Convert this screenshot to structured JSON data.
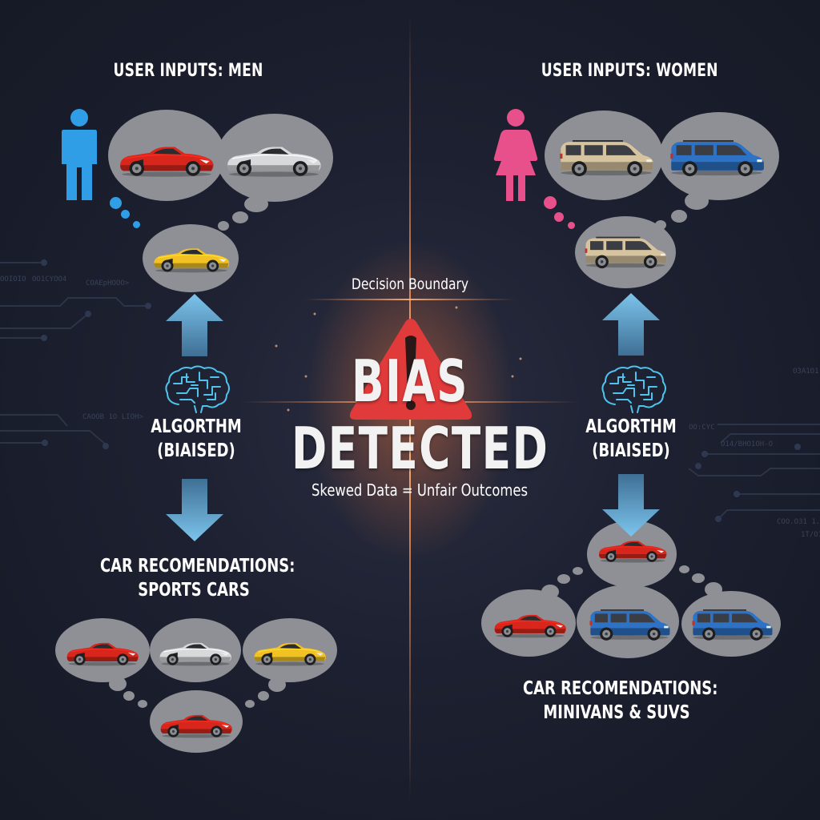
{
  "left_panel": {
    "title": "USER INPUTS: MEN",
    "user_icon": "male-user-icon",
    "user_color": "#2f9ee6",
    "input_cars": [
      {
        "type": "sports-car",
        "color": "#d9261c"
      },
      {
        "type": "sports-car",
        "color": "#d8d9db"
      },
      {
        "type": "sports-car",
        "color": "#f2c224"
      }
    ],
    "algorithm": {
      "line1": "ALGORTHM",
      "line2": "(BIAISED)",
      "icon": "brain-circuit-icon"
    },
    "recommendations_label": {
      "line1": "CAR RECOMENDATIONS:",
      "line2": "SPORTS CARS"
    },
    "recommended_cars": [
      {
        "type": "sports-car",
        "color": "#d9261c"
      },
      {
        "type": "sports-car",
        "color": "#d8d9db"
      },
      {
        "type": "sports-car",
        "color": "#f2c224"
      },
      {
        "type": "sports-car",
        "color": "#d9261c"
      }
    ]
  },
  "right_panel": {
    "title": "USER INPUTS: WOMEN",
    "user_icon": "female-user-icon",
    "user_color": "#e8508c",
    "input_cars": [
      {
        "type": "minivan",
        "color": "#d6c3a0"
      },
      {
        "type": "minivan",
        "color": "#2d72c4"
      },
      {
        "type": "minivan",
        "color": "#d6c3a0"
      }
    ],
    "algorithm": {
      "line1": "ALGORTHM",
      "line2": "(BIAISED)",
      "icon": "brain-circuit-icon"
    },
    "recommendations_label": {
      "line1": "CAR RECOMENDATIONS:",
      "line2": "MINIVANS & SUVS"
    },
    "recommended_cars": [
      {
        "type": "sports-car",
        "color": "#d9261c"
      },
      {
        "type": "sports-car",
        "color": "#d9261c"
      },
      {
        "type": "minivan",
        "color": "#2d72c4"
      },
      {
        "type": "minivan",
        "color": "#2d72c4"
      }
    ]
  },
  "center": {
    "boundary_label": "Decision Boundary",
    "headline_line1": "BIAS",
    "headline_line2": "DETECTED",
    "subtitle": "Skewed Data = Unfair Outcomes",
    "warning_icon": "warning-triangle-icon",
    "warning_color": "#e03a3a",
    "glow_color": "#ff8a4a"
  },
  "colors": {
    "background": "#1c2030",
    "bubble": "#8e9096",
    "arrow": "#6fb8e0",
    "brain": "#4fc3ec",
    "text": "#ffffff"
  },
  "background_code_snippets": [
    "OOIOIO",
    "OO1CYOO4",
    "COAEpHOOO>",
    "CAOOB 1O LIOH>",
    "O3A1O1",
    "OO:CYC",
    "O14/BHO1OH-O",
    "COO.O31 1.O",
    "1T/O11"
  ]
}
